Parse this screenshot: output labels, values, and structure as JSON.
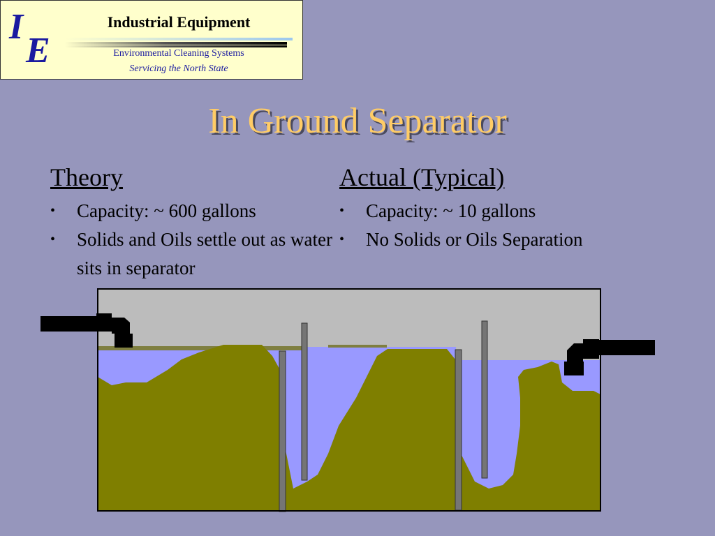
{
  "logo": {
    "letter_i": "I",
    "letter_e": "E",
    "title": "Industrial Equipment",
    "subtitle": "Environmental Cleaning Systems",
    "tagline": "Servicing the North State"
  },
  "slide": {
    "title": "In Ground Separator"
  },
  "columns": [
    {
      "heading": "Theory",
      "bullets": [
        "Capacity: ~ 600 gallons",
        "Solids and Oils settle out as water sits in separator"
      ]
    },
    {
      "heading": "Actual (Typical)",
      "bullets": [
        "Capacity: ~ 10 gallons",
        "No Solids or Oils Separation"
      ]
    }
  ],
  "colors": {
    "background": "#9696bc",
    "logo_background": "#ffffcc",
    "logo_text": "#1a1aa0",
    "title": "#ffcc66",
    "tank_air": "#bcbcbc",
    "water": "#9999ff",
    "sludge": "#7f7f00",
    "baffle": "#757575",
    "pipe": "#000000"
  }
}
